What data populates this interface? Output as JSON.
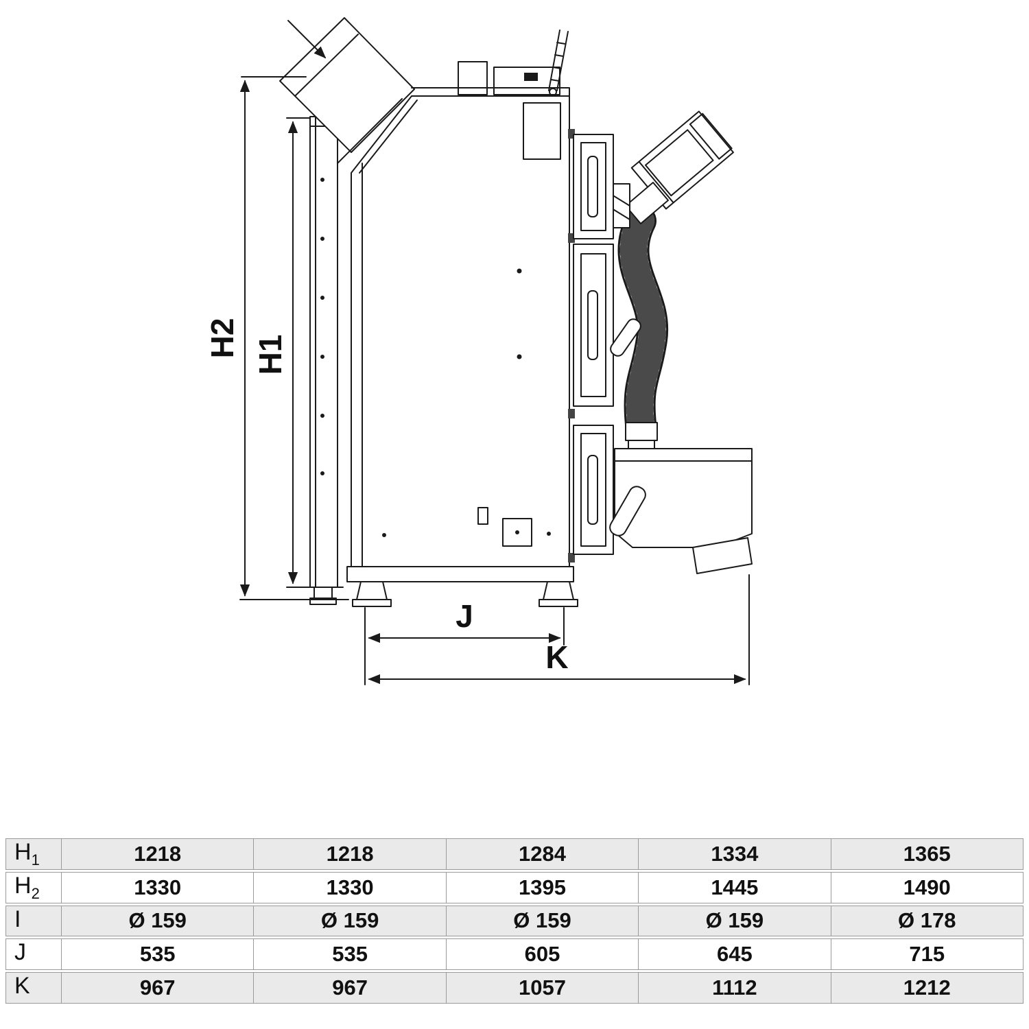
{
  "diagram": {
    "dim_labels": {
      "h2": "H2",
      "h1": "H1",
      "j": "J",
      "k": "K"
    }
  },
  "table": {
    "rows": [
      {
        "label": "H",
        "sub": "1",
        "values": [
          "1218",
          "1218",
          "1284",
          "1334",
          "1365"
        ]
      },
      {
        "label": "H",
        "sub": "2",
        "values": [
          "1330",
          "1330",
          "1395",
          "1445",
          "1490"
        ]
      },
      {
        "label": "I",
        "sub": "",
        "values": [
          "Ø 159",
          "Ø 159",
          "Ø 159",
          "Ø 159",
          "Ø 178"
        ]
      },
      {
        "label": "J",
        "sub": "",
        "values": [
          "535",
          "535",
          "605",
          "645",
          "715"
        ]
      },
      {
        "label": "K",
        "sub": "",
        "values": [
          "967",
          "967",
          "1057",
          "1112",
          "1212"
        ]
      }
    ]
  }
}
